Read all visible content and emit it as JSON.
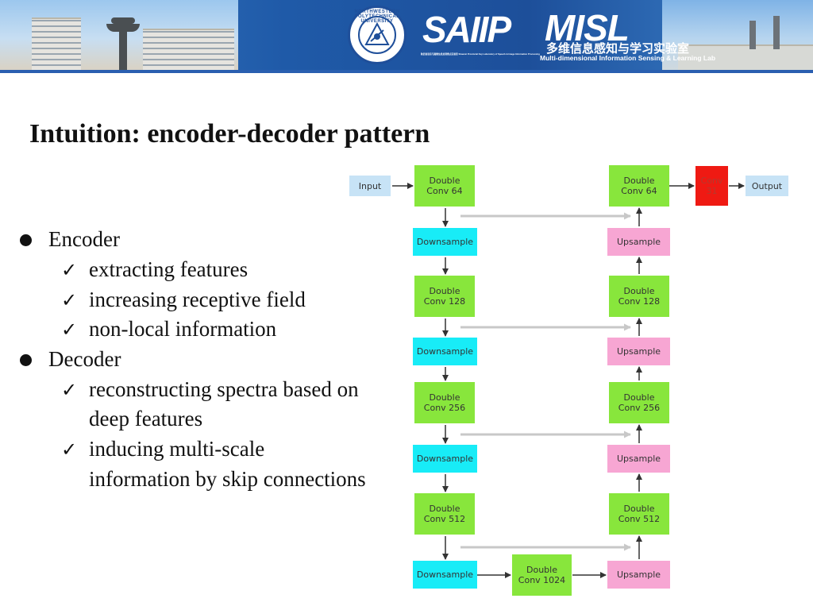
{
  "banner": {
    "seal_text": "NORTHWESTERN POLYTECHNICAL UNIVERSITY",
    "saiip": {
      "name": "SAIIP",
      "subtitle": "陕西省语音与图像信息处理重点实验室 Shaanxi Provincial Key Laboratory of Speech & Image Information Processing"
    },
    "misl": {
      "name": "MISL",
      "chinese": "多维信息感知与学习实验室",
      "english": "Multi-dimensional Information Sensing & Learning Lab"
    }
  },
  "slide": {
    "title": "Intuition: encoder-decoder pattern",
    "bullets": [
      {
        "label": "Encoder",
        "items": [
          "extracting features",
          "increasing receptive field",
          "non-local information"
        ]
      },
      {
        "label": "Decoder",
        "items": [
          [
            "reconstructing spectra based on",
            "deep features"
          ],
          [
            "inducing multi-scale",
            "information by skip connections"
          ]
        ]
      }
    ],
    "check_glyph": "✓"
  },
  "diagram": {
    "nodes": {
      "input": [
        "Input"
      ],
      "enc1": [
        "Double",
        "Conv 64"
      ],
      "down1": [
        "Downsample"
      ],
      "enc2": [
        "Double",
        "Conv 128"
      ],
      "down2": [
        "Downsample"
      ],
      "enc3": [
        "Double",
        "Conv 256"
      ],
      "down3": [
        "Downsample"
      ],
      "enc4": [
        "Double",
        "Conv 512"
      ],
      "down4": [
        "Downsample"
      ],
      "bottleneck": [
        "Double",
        "Conv 1024"
      ],
      "up4": [
        "Upsample"
      ],
      "dec4": [
        "Double",
        "Conv 512"
      ],
      "up3": [
        "Upsample"
      ],
      "dec3": [
        "Double",
        "Conv 256"
      ],
      "up2": [
        "Upsample"
      ],
      "dec2": [
        "Double",
        "Conv 128"
      ],
      "up1": [
        "Upsample"
      ],
      "dec1": [
        "Double",
        "Conv 64"
      ],
      "final": [
        "Conv",
        "31"
      ],
      "output": [
        "Output"
      ]
    },
    "colors": {
      "conv": "#88e63c",
      "down": "#18ecf7",
      "up": "#f7a6d3",
      "final_conv": "#ef1a13",
      "io": "#c7e3f6",
      "arrow": "#333333",
      "skip": "#c8c8c8"
    }
  }
}
